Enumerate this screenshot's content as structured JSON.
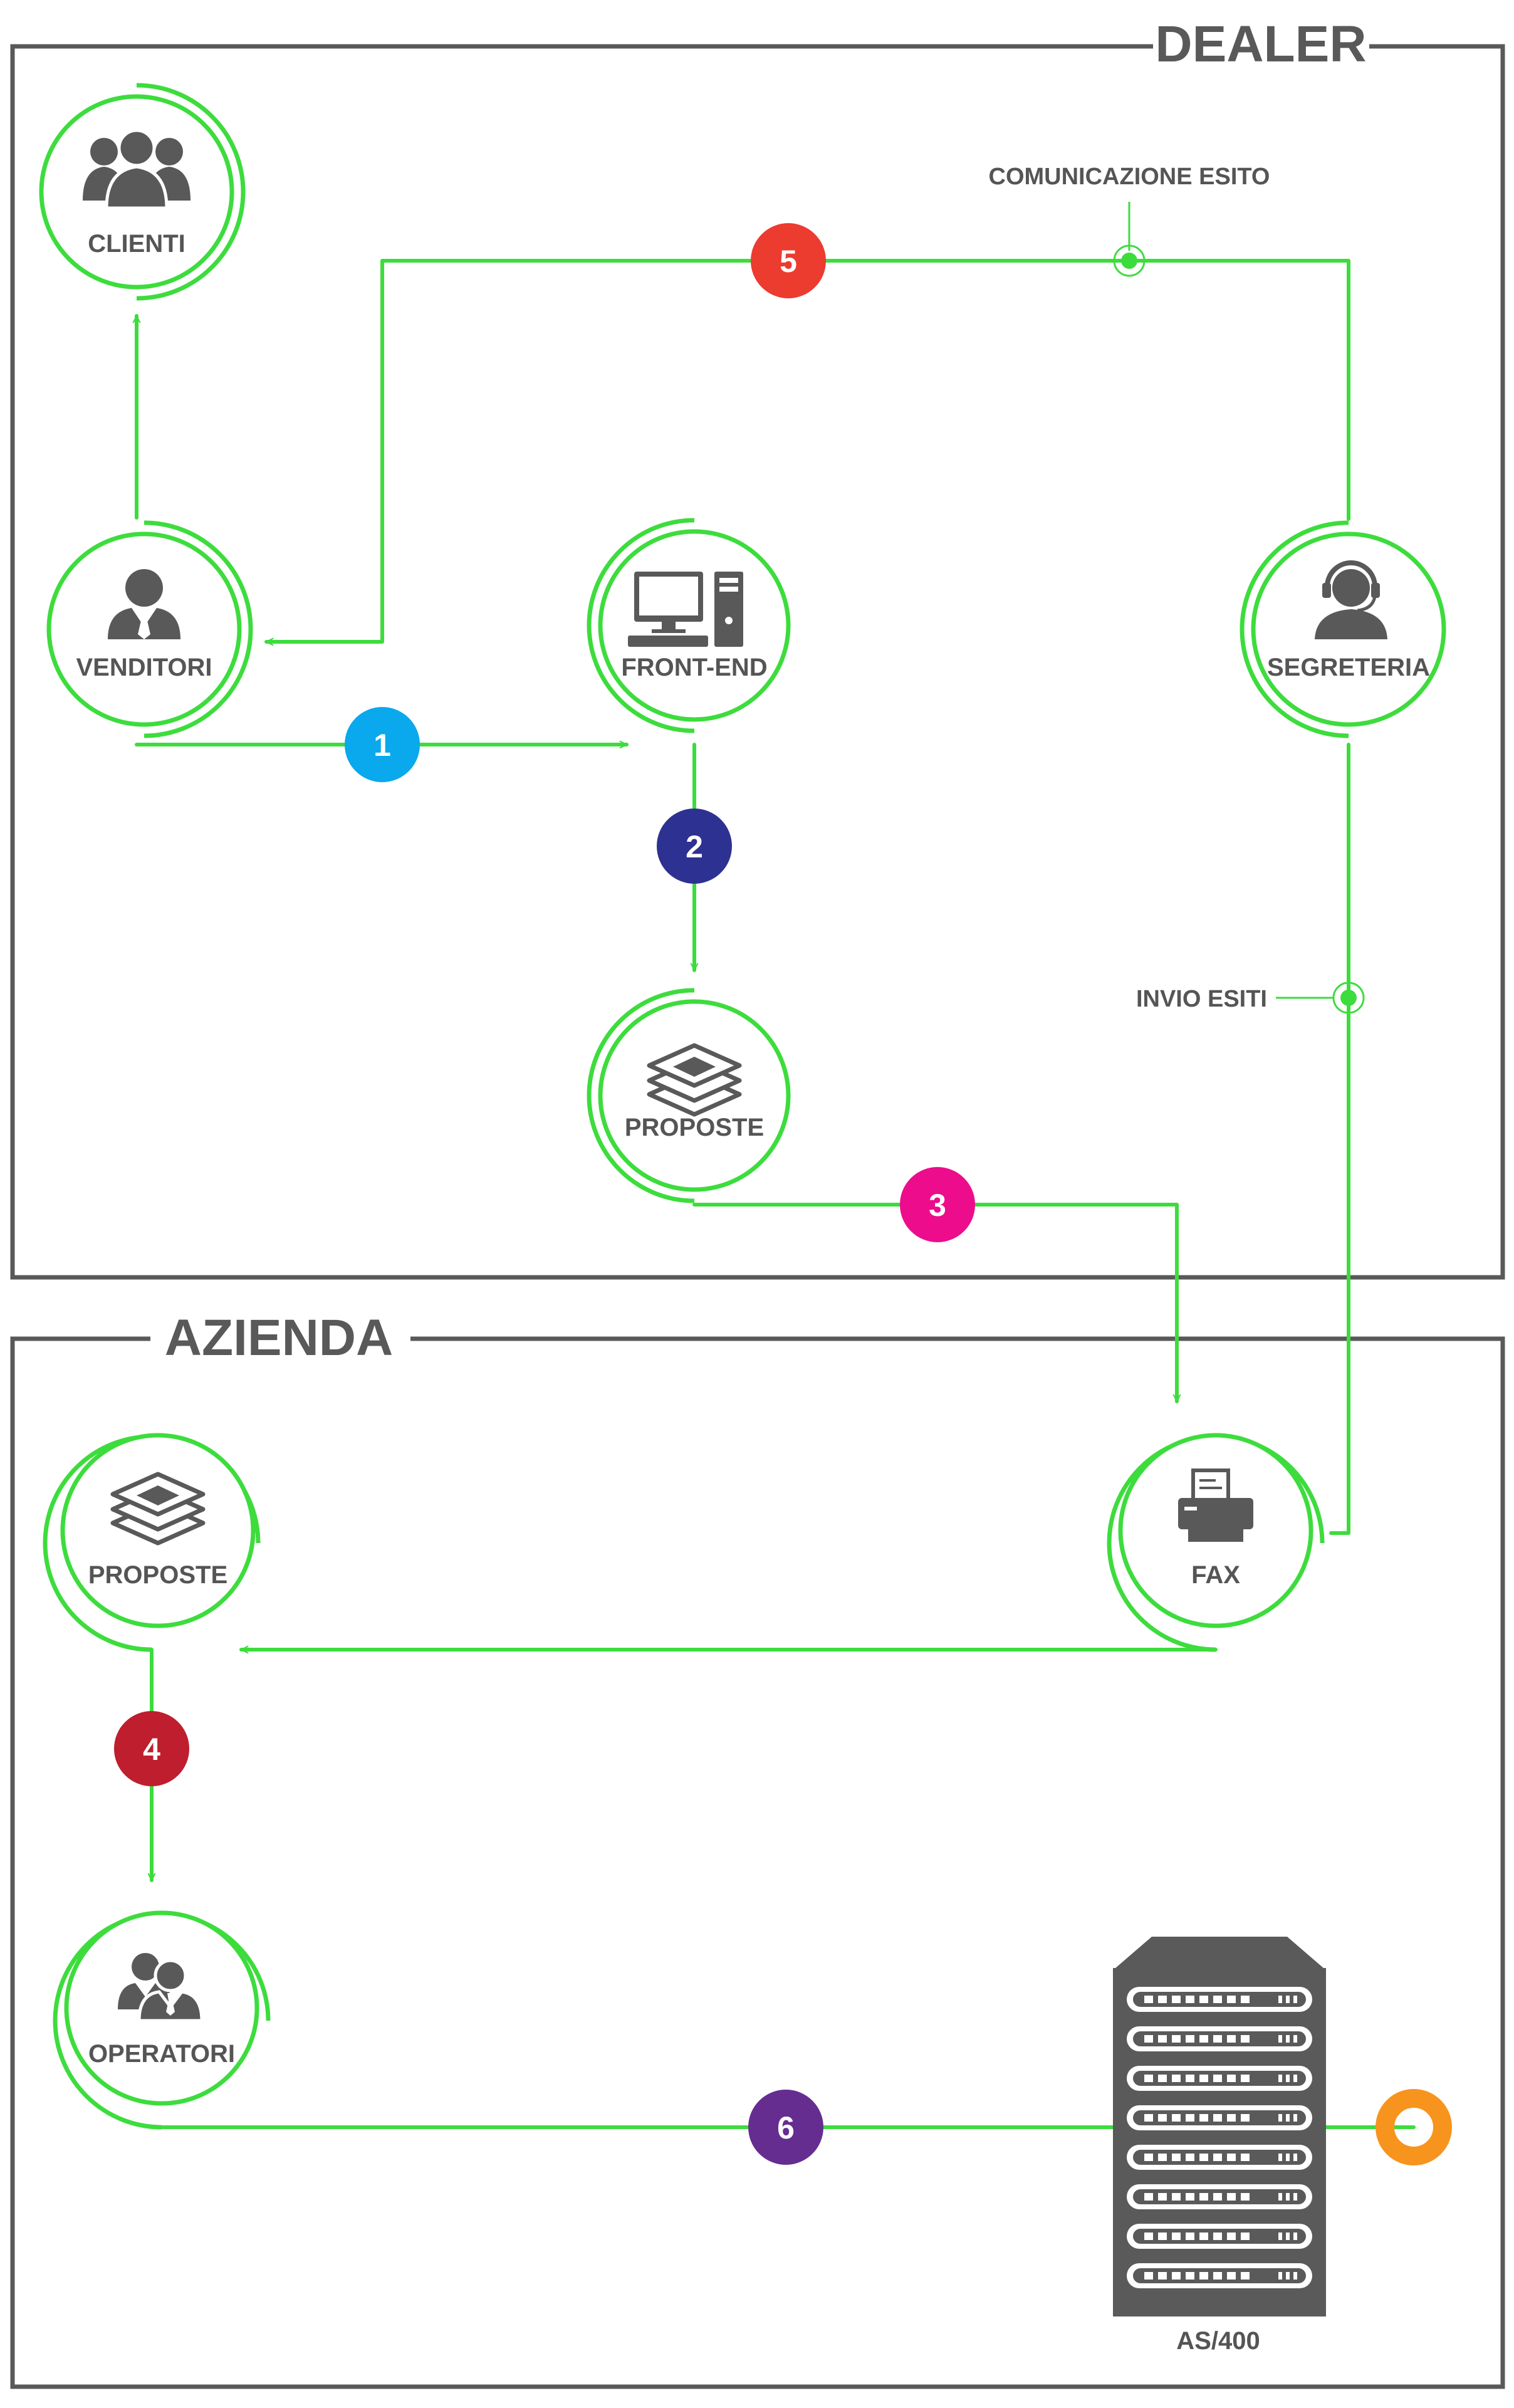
{
  "sections": {
    "dealer": {
      "title": "DEALER"
    },
    "azienda": {
      "title": "AZIENDA"
    }
  },
  "nodes": {
    "clienti": {
      "label": "CLIENTI",
      "icon": "group-icon"
    },
    "venditori": {
      "label": "VENDITORI",
      "icon": "businessman-icon"
    },
    "front_end": {
      "label": "FRONT-END",
      "icon": "computer-icon"
    },
    "segreteria": {
      "label": "SEGRETERIA",
      "icon": "headset-operator-icon"
    },
    "proposte_dealer": {
      "label": "PROPOSTE",
      "icon": "documents-stack-icon"
    },
    "proposte_azienda": {
      "label": "PROPOSTE",
      "icon": "documents-stack-icon"
    },
    "fax": {
      "label": "FAX",
      "icon": "fax-icon"
    },
    "operatori": {
      "label": "OPERATORI",
      "icon": "operators-icon"
    },
    "as400": {
      "label": "AS/400",
      "icon": "server-rack-icon"
    }
  },
  "annotations": {
    "comunicazione_esito": "COMUNICAZIONE ESITO",
    "invio_esiti": "INVIO ESITI"
  },
  "steps": [
    {
      "number": "1",
      "color": "#0aa8ec"
    },
    {
      "number": "2",
      "color": "#2d3191"
    },
    {
      "number": "3",
      "color": "#ec0c8c"
    },
    {
      "number": "4",
      "color": "#be1e2d"
    },
    {
      "number": "5",
      "color": "#ec3b2f"
    },
    {
      "number": "6",
      "color": "#662d91"
    }
  ],
  "colors": {
    "flow_line": "#3ddc3d",
    "frame": "#595959",
    "endpoint": "#f7941d"
  }
}
